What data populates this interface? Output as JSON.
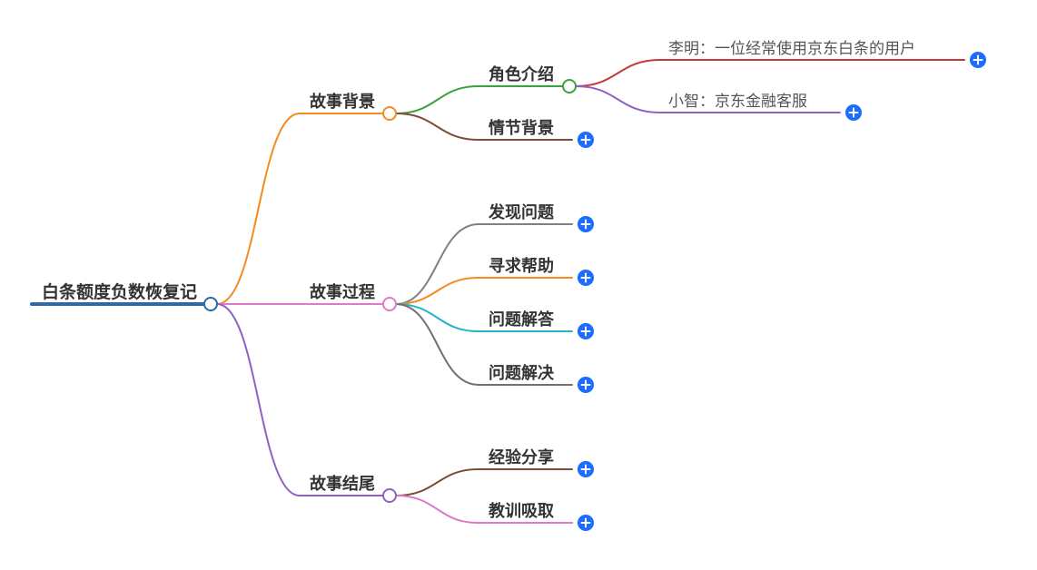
{
  "colors": {
    "root": "#2a6aa8",
    "plus": "#1a6dff",
    "text": "#333333",
    "text_light": "#555555"
  },
  "root": {
    "label": "白条额度负数恢复记"
  },
  "branches": [
    {
      "label": "故事背景",
      "color": "#f58a1f",
      "children": [
        {
          "label": "角色介绍",
          "color": "#3aa33a",
          "expanded": true,
          "children": [
            {
              "label": "李明：一位经常使用京东白条的用户",
              "color": "#c8373a"
            },
            {
              "label": "小智：京东金融客服",
              "color": "#9161c1"
            }
          ]
        },
        {
          "label": "情节背景",
          "color": "#7b4e3a",
          "expanded": false
        }
      ]
    },
    {
      "label": "故事过程",
      "color": "#e079c8",
      "children": [
        {
          "label": "发现问题",
          "color": "#808080",
          "expanded": false
        },
        {
          "label": "寻求帮助",
          "color": "#f58a1f",
          "expanded": false
        },
        {
          "label": "问题解答",
          "color": "#22b5c9",
          "expanded": false
        },
        {
          "label": "问题解决",
          "color": "#707070",
          "expanded": false
        }
      ]
    },
    {
      "label": "故事结尾",
      "color": "#9161c1",
      "children": [
        {
          "label": "经验分享",
          "color": "#7b4e3a",
          "expanded": false
        },
        {
          "label": "教训吸取",
          "color": "#e079c8",
          "expanded": false
        }
      ]
    }
  ]
}
